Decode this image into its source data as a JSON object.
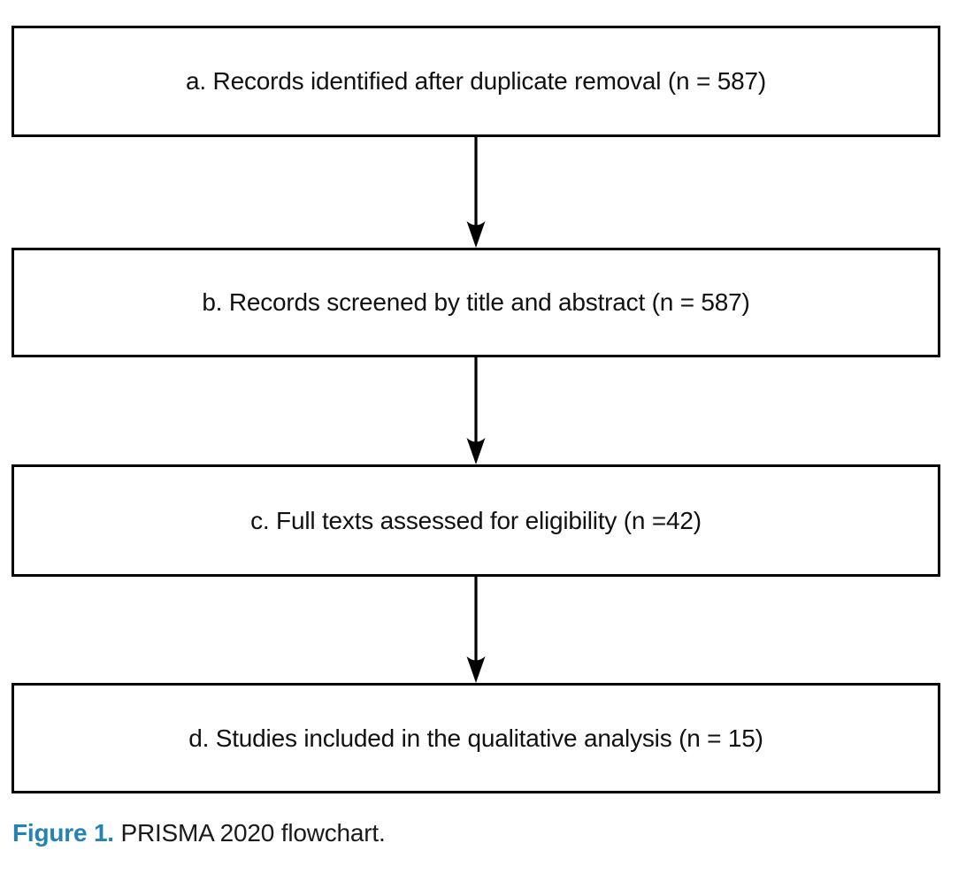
{
  "diagram": {
    "boxes": [
      {
        "label": "a. Records identified after duplicate removal (n = 587)"
      },
      {
        "label": "b. Records screened by title and abstract (n = 587)"
      },
      {
        "label": "c. Full texts assessed for eligibility (n =42)"
      },
      {
        "label": "d. Studies included in the qualitative analysis (n = 15)"
      }
    ],
    "caption": {
      "label": "Figure 1.",
      "text": "PRISMA 2020 flowchart."
    },
    "colors": {
      "box_border": "#000000",
      "box_fill": "#ffffff",
      "text": "#111111",
      "arrow": "#000000",
      "caption_accent": "#2482b4",
      "background": "#ffffff"
    }
  }
}
